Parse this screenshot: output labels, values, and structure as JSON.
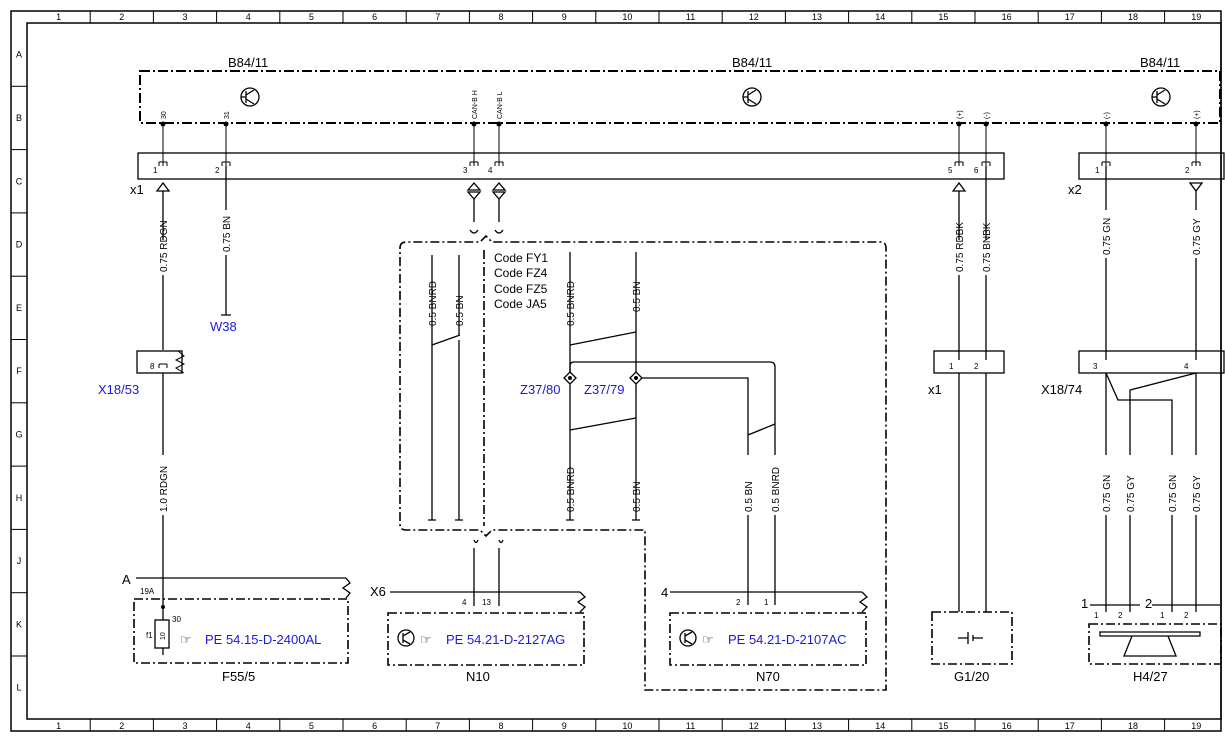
{
  "grid": {
    "columns": [
      "1",
      "2",
      "3",
      "4",
      "5",
      "6",
      "7",
      "8",
      "9",
      "10",
      "11",
      "12",
      "13",
      "14",
      "15",
      "16",
      "17",
      "18",
      "19"
    ],
    "rows": [
      "A",
      "B",
      "C",
      "D",
      "E",
      "F",
      "G",
      "H",
      "J",
      "K",
      "L"
    ]
  },
  "module": {
    "labels": [
      "B84/11",
      "B84/11",
      "B84/11"
    ],
    "terminals": {
      "t30": "30",
      "t31": "31",
      "canh": "CAN-B H",
      "canl": "CAN-B L",
      "plus": "(+)",
      "minus": "(-)"
    }
  },
  "connectors": {
    "x1_top": {
      "label": "x1",
      "pins": [
        "1",
        "2",
        "3",
        "4",
        "5",
        "6"
      ]
    },
    "x2": {
      "label": "x2",
      "pins": [
        "1",
        "2"
      ]
    },
    "x18_53": {
      "label": "X18/53",
      "pin": "8"
    },
    "x1_low": {
      "label": "x1",
      "pins": [
        "1",
        "2"
      ]
    },
    "x18_74": {
      "label": "X18/74",
      "pins": [
        "3",
        "4"
      ]
    },
    "x6": {
      "label": "X6",
      "pins": [
        "4",
        "13"
      ]
    }
  },
  "wires": {
    "w1": "0.75 RDGN",
    "w2": "0.75 BN",
    "w3": "1.0 RDGN",
    "bnrd": "0.5 BNRD",
    "bn": "0.5 BN",
    "rdbk": "0.75 RDBK",
    "bnbk": "0.75 BNBK",
    "gn": "0.75 GN",
    "gy": "0.75 GY"
  },
  "ground": "W38",
  "codes": [
    "Code FY1",
    "Code FZ4",
    "Code FZ5",
    "Code JA5"
  ],
  "splices": {
    "z80": "Z37/80",
    "z79": "Z37/79"
  },
  "components": {
    "f55": {
      "name": "F55/5",
      "ref": "PE 54.15-D-2400AL",
      "tag": "A",
      "pin_a": "19A",
      "pin_b": "30",
      "pin_c": "10",
      "fuse": "f1"
    },
    "n10": {
      "name": "N10",
      "ref": "PE 54.21-D-2127AG"
    },
    "n70": {
      "name": "N70",
      "ref": "PE 54.21-D-2107AC",
      "tag": "4",
      "pins": [
        "2",
        "1"
      ]
    },
    "g1": {
      "name": "G1/20"
    },
    "h4": {
      "name": "H4/27",
      "tags": [
        "1",
        "2"
      ],
      "pins": [
        "1",
        "2",
        "1",
        "2"
      ]
    }
  }
}
